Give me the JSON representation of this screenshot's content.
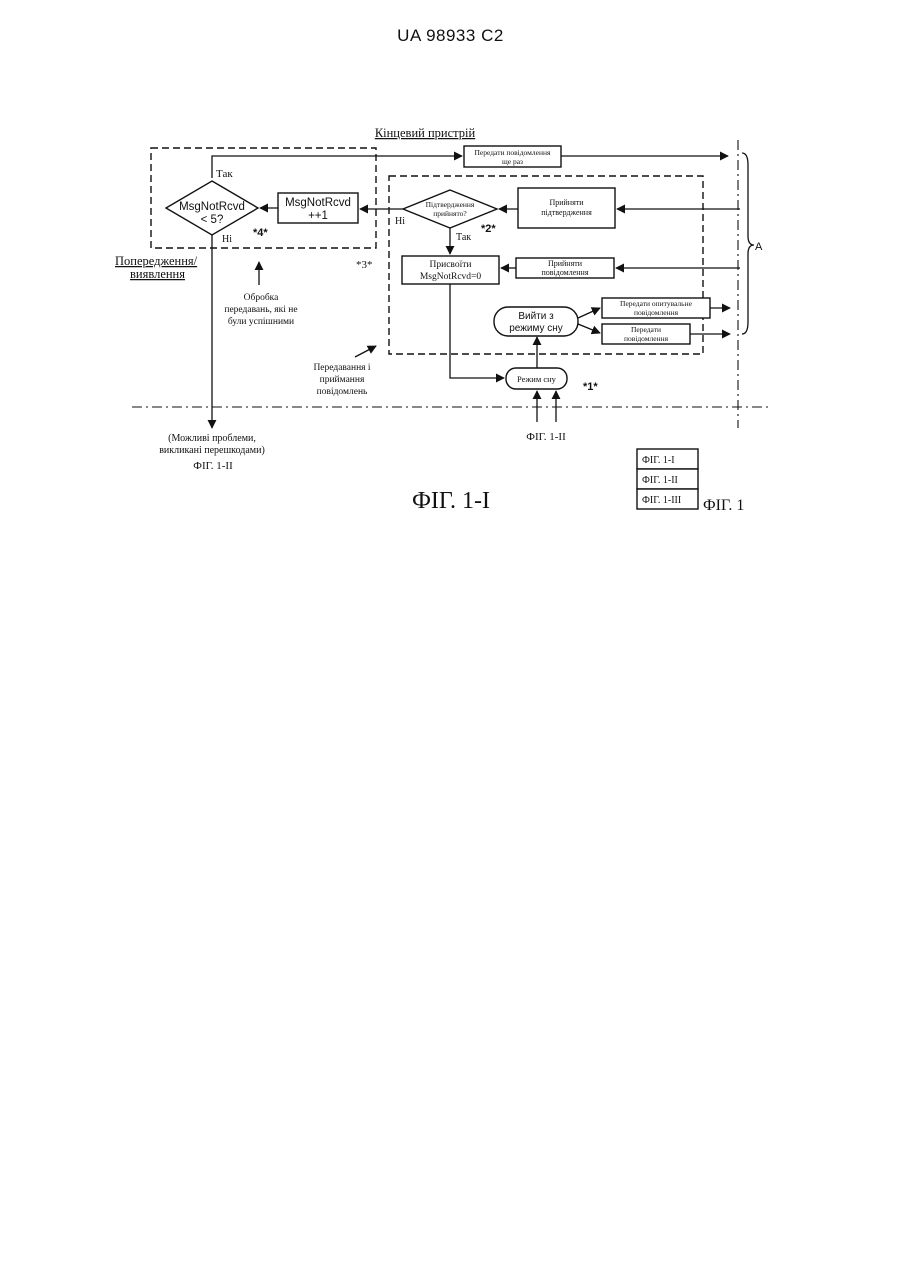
{
  "header": {
    "patent_number": "UA   98933   C2"
  },
  "diagram": {
    "top_label": "Кінцевий пристрій",
    "left_label_line1": "Попередження/",
    "left_label_line2": "виявлення",
    "retransmit_line1": "Передати повідомлення",
    "retransmit_line2": "ще раз",
    "yes_top": "Так",
    "decision_count_line1": "MsgNotRcvd",
    "decision_count_line2": "< 5?",
    "no_bottom": "Ні",
    "increment_line1": "MsgNotRcvd",
    "increment_line2": "++1",
    "marker_4": "*4*",
    "marker_3": "*3*",
    "marker_2": "*2*",
    "marker_1": "*1*",
    "no_ack": "Ні",
    "ack_decision_line1": "Підтвердження",
    "ack_decision_line2": "прийнято?",
    "receive_ack_line1": "Прийняти",
    "receive_ack_line2": "підтвердження",
    "yes_ack": "Так",
    "assign_line1": "Присвоїти",
    "assign_line2": "MsgNotRcvd=0",
    "receive_msg_line1": "Прийняти",
    "receive_msg_line2": "повідомлення",
    "wake_line1": "Вийти з",
    "wake_line2": "режиму сну",
    "poll_line1": "Передати опитувальне",
    "poll_line2": "повідомлення",
    "send_line1": "Передати",
    "send_line2": "повідомлення",
    "sleep_label": "Режим сну",
    "processing_line1": "Обробка",
    "processing_line2": "передавань, які не",
    "processing_line3": "були успішними",
    "txrx_line1": "Передавання і",
    "txrx_line2": "приймання",
    "txrx_line3": "повідомлень",
    "brace_label": "A",
    "problems_line1": "(Можливі проблеми,",
    "problems_line2": "викликані перешкодами)",
    "left_ref": "ФІГ. 1-II",
    "bottom_ref": "ФІГ. 1-II",
    "figure_title": "ФІГ. 1-I"
  },
  "legend": {
    "items": [
      "ФІГ. 1-I",
      "ФІГ. 1-II",
      "ФІГ. 1-III"
    ],
    "label": "ФІГ. 1"
  }
}
